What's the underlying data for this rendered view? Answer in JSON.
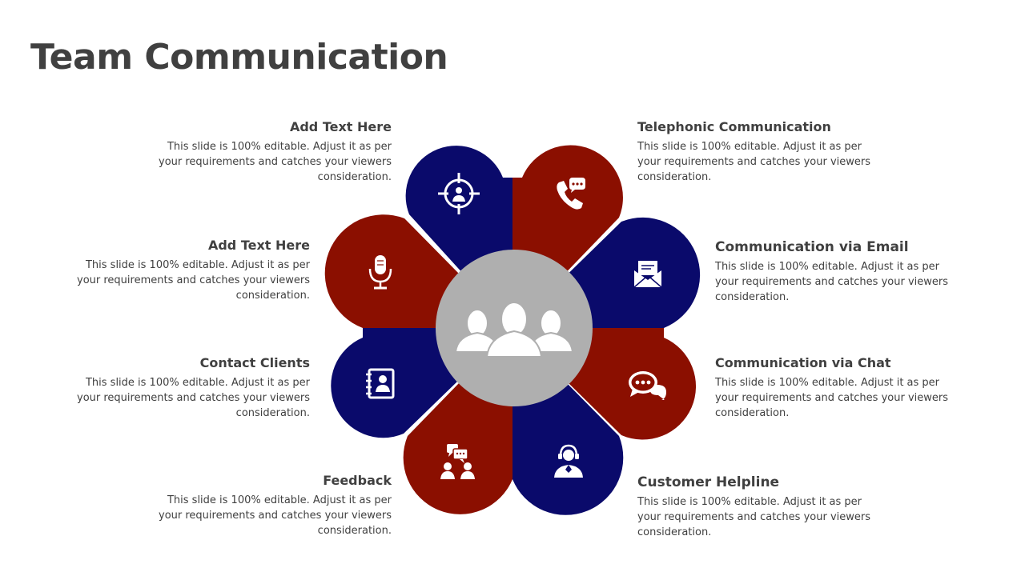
{
  "title": "Team Communication",
  "colors": {
    "navy": "#0a0a6b",
    "red": "#8b0f00",
    "center": "#afafaf",
    "text": "#404040"
  },
  "items": [
    {
      "heading": "Add Text Here",
      "body": "This slide is 100% editable. Adjust it as per your requirements and catches your viewers consideration.",
      "icon": "target-person-icon"
    },
    {
      "heading": "Telephonic Communication",
      "body": "This slide is 100% editable. Adjust it as per your requirements and catches your viewers consideration.",
      "icon": "phone-chat-icon"
    },
    {
      "heading": "Add Text Here",
      "body": "This slide is 100% editable. Adjust it as per your requirements and catches your viewers consideration.",
      "icon": "microphone-icon"
    },
    {
      "heading": "Communication  via Email",
      "body": "This slide is 100% editable. Adjust it as per your requirements and catches your viewers consideration.",
      "icon": "email-icon"
    },
    {
      "heading": "Contact Clients",
      "body": "This slide is 100% editable. Adjust it as per your requirements and catches your viewers consideration.",
      "icon": "contacts-book-icon"
    },
    {
      "heading": "Communication via Chat",
      "body": "This slide is 100% editable. Adjust it as per your requirements and catches your viewers consideration.",
      "icon": "chat-bubbles-icon"
    },
    {
      "heading": "Feedback",
      "body": "This slide is 100% editable. Adjust it as per your requirements and catches your viewers consideration.",
      "icon": "feedback-people-icon"
    },
    {
      "heading": "Customer  Helpline",
      "body": "This slide is 100% editable. Adjust it as per your requirements and catches your viewers consideration.",
      "icon": "headset-agent-icon"
    }
  ],
  "center_icon": "team-icon"
}
